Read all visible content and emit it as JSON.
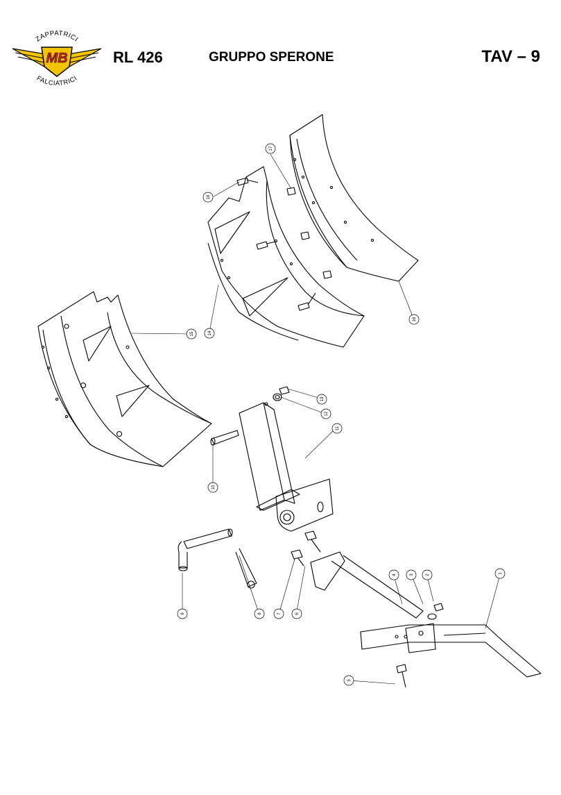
{
  "header": {
    "brand_top": "ZAPPATRICI",
    "brand_mark": "MB",
    "brand_bottom": "FALCIATRICI",
    "model": "RL 426",
    "title": "GRUPPO SPERONE",
    "table": "TAV – 9"
  },
  "callouts": [
    "1",
    "2",
    "3",
    "4",
    "5",
    "6",
    "7",
    "8",
    "9",
    "10",
    "11",
    "12",
    "13",
    "14",
    "15",
    "16",
    "17",
    "18"
  ],
  "colors": {
    "logo_yellow": "#f5c400",
    "logo_red": "#d7261e",
    "line": "#000000"
  }
}
